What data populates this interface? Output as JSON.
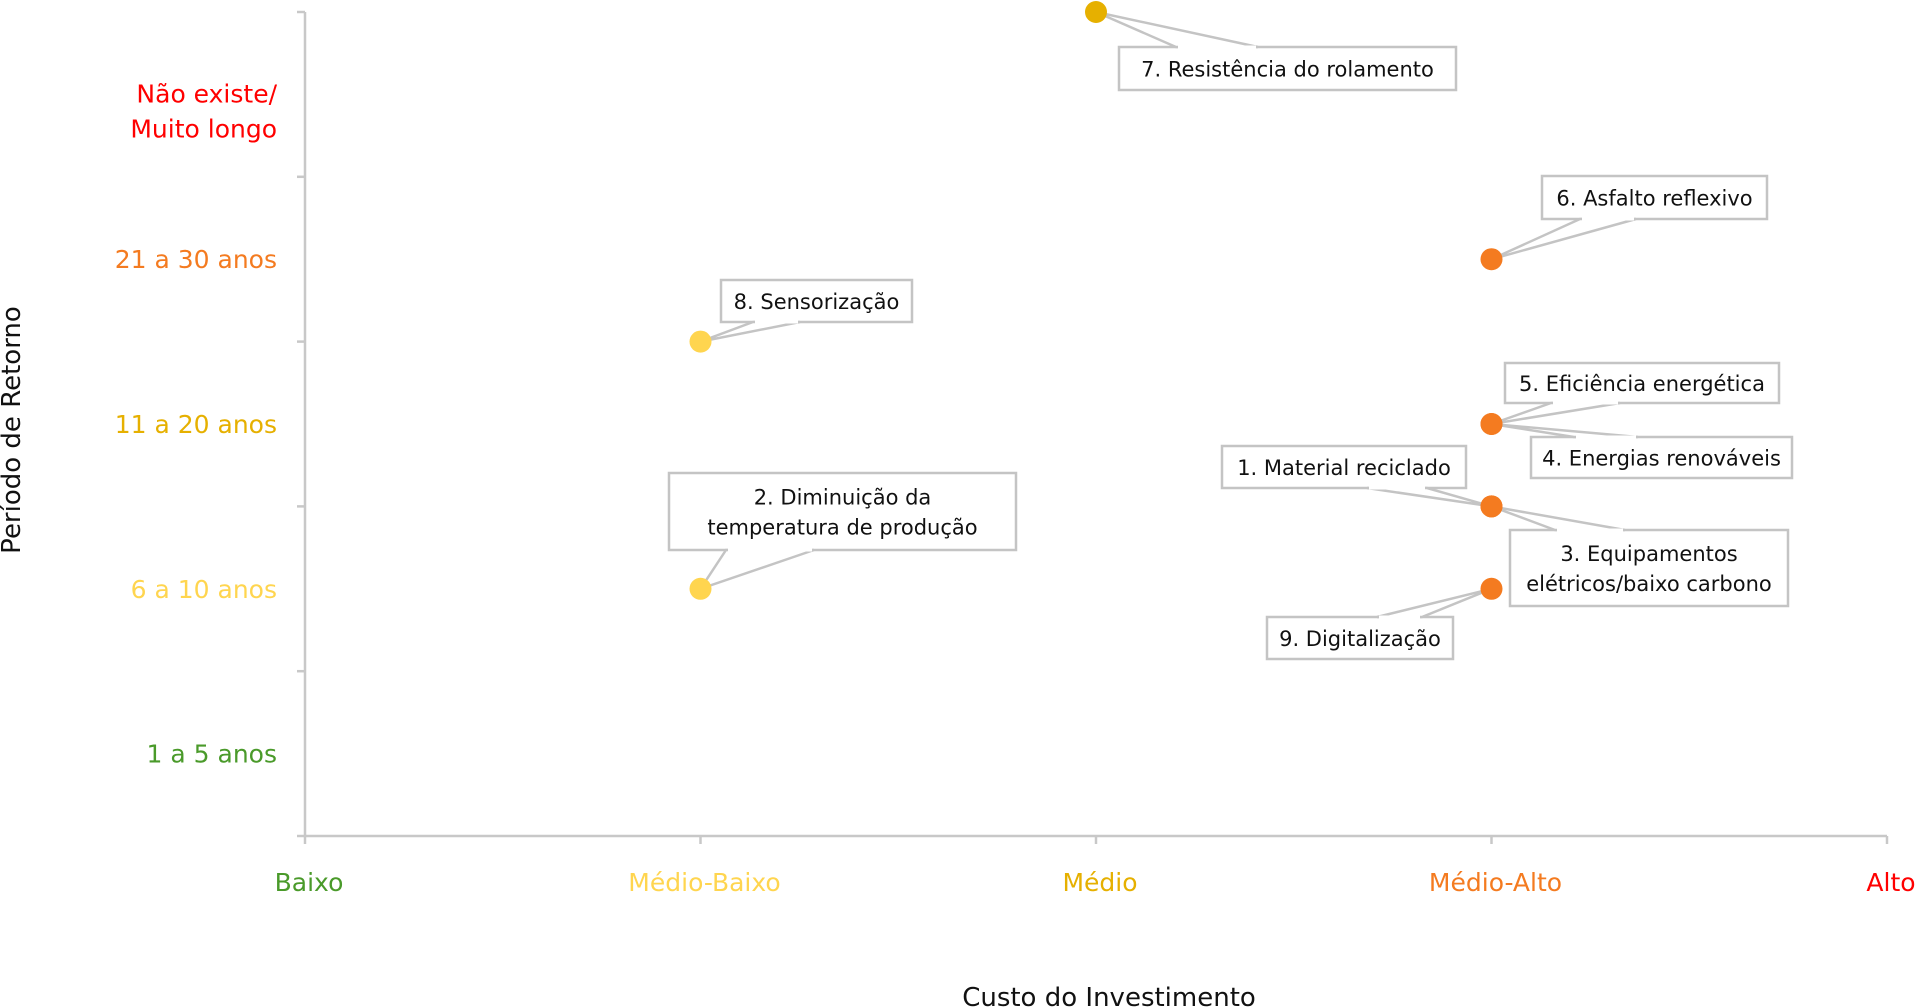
{
  "chart_data": {
    "type": "scatter",
    "title": "",
    "xlabel": "Custo do Investimento",
    "ylabel": "Período de Retorno",
    "xlim": [
      0,
      4
    ],
    "ylim": [
      0,
      5
    ],
    "grid": false,
    "x_ticks": [
      {
        "value": 0,
        "label": "Baixo",
        "color": "#4a9a2a"
      },
      {
        "value": 1,
        "label": "Médio-Baixo",
        "color": "#ffd54f"
      },
      {
        "value": 2,
        "label": "Médio",
        "color": "#e6b000"
      },
      {
        "value": 3,
        "label": "Médio-Alto",
        "color": "#f47b20"
      },
      {
        "value": 4,
        "label": "Alto",
        "color": "#ff0000"
      }
    ],
    "y_ticks": [
      0,
      1,
      2,
      3,
      4,
      5
    ],
    "y_labels": [
      {
        "value": 0.5,
        "lines": [
          "1 a 5 anos"
        ],
        "color": "#4a9a2a"
      },
      {
        "value": 1.5,
        "lines": [
          "6 a 10 anos"
        ],
        "color": "#ffd54f"
      },
      {
        "value": 2.5,
        "lines": [
          "11 a 20 anos"
        ],
        "color": "#e6b000"
      },
      {
        "value": 3.5,
        "lines": [
          "21 a 30 anos"
        ],
        "color": "#f47b20"
      },
      {
        "value": 4.4,
        "lines": [
          "Não existe/",
          "Muito longo"
        ],
        "color": "#ff0000"
      }
    ],
    "points": [
      {
        "id": 1,
        "lines": [
          "1. Material reciclado"
        ],
        "x": 3,
        "y": 2,
        "color": "#f47b20"
      },
      {
        "id": 2,
        "lines": [
          "2. Diminuição da",
          "temperatura de produção"
        ],
        "x": 1,
        "y": 1.5,
        "color": "#ffd54f"
      },
      {
        "id": 3,
        "lines": [
          "3. Equipamentos",
          "elétricos/baixo carbono"
        ],
        "x": 3,
        "y": 2,
        "color": "#f47b20"
      },
      {
        "id": 4,
        "lines": [
          "4. Energias renováveis"
        ],
        "x": 3,
        "y": 2.5,
        "color": "#f47b20"
      },
      {
        "id": 5,
        "lines": [
          "5. Eficiência energética"
        ],
        "x": 3,
        "y": 2.5,
        "color": "#f47b20"
      },
      {
        "id": 6,
        "lines": [
          "6. Asfalto reflexivo"
        ],
        "x": 3,
        "y": 3.5,
        "color": "#f47b20"
      },
      {
        "id": 7,
        "lines": [
          "7. Resistência do rolamento"
        ],
        "x": 2,
        "y": 5,
        "color": "#e6b000"
      },
      {
        "id": 8,
        "lines": [
          "8. Sensorização"
        ],
        "x": 1,
        "y": 3,
        "color": "#ffd54f"
      },
      {
        "id": 9,
        "lines": [
          "9. Digitalização"
        ],
        "x": 3,
        "y": 1.5,
        "color": "#f47b20"
      }
    ]
  }
}
